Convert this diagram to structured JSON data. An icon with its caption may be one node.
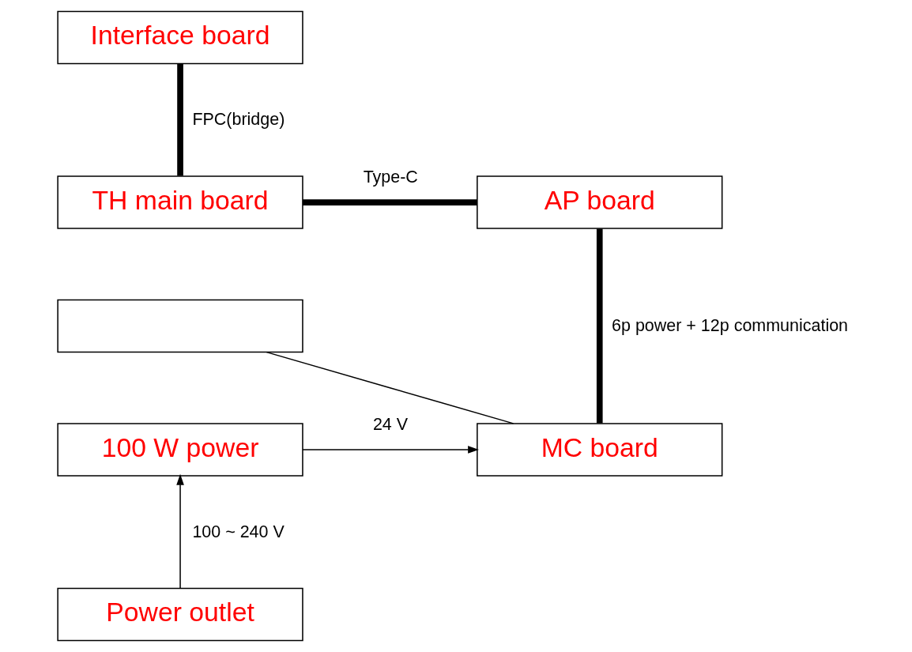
{
  "diagram": {
    "nodes": [
      {
        "text": [
          "Interface board"
        ]
      },
      {
        "text": [
          "TH main board"
        ]
      },
      {
        "text": [
          "AP board"
        ]
      },
      {
        "text": [],
        "shape": "box"
      },
      {
        "text": [
          "100 W power"
        ]
      },
      {
        "text": [
          "MC board"
        ]
      },
      {
        "text": [
          "Power outlet"
        ]
      }
    ],
    "edges": [
      {
        "from": 0,
        "to": 1,
        "arrow": "none",
        "label": "FPC(bridge)",
        "style": "thick"
      },
      {
        "from": 1,
        "to": 2,
        "arrow": "none",
        "label": "Type-C",
        "style": "thick"
      },
      {
        "from": 2,
        "to": 5,
        "arrow": "none",
        "label": "6p power + 12p communication",
        "style": "thick"
      },
      {
        "from": 3,
        "to": 5,
        "arrow": "none"
      },
      {
        "from": 4,
        "to": 5,
        "arrow": "to",
        "label": "24 V"
      },
      {
        "from": 6,
        "to": 4,
        "arrow": "to",
        "label": "100 ~ 240 V"
      }
    ]
  }
}
